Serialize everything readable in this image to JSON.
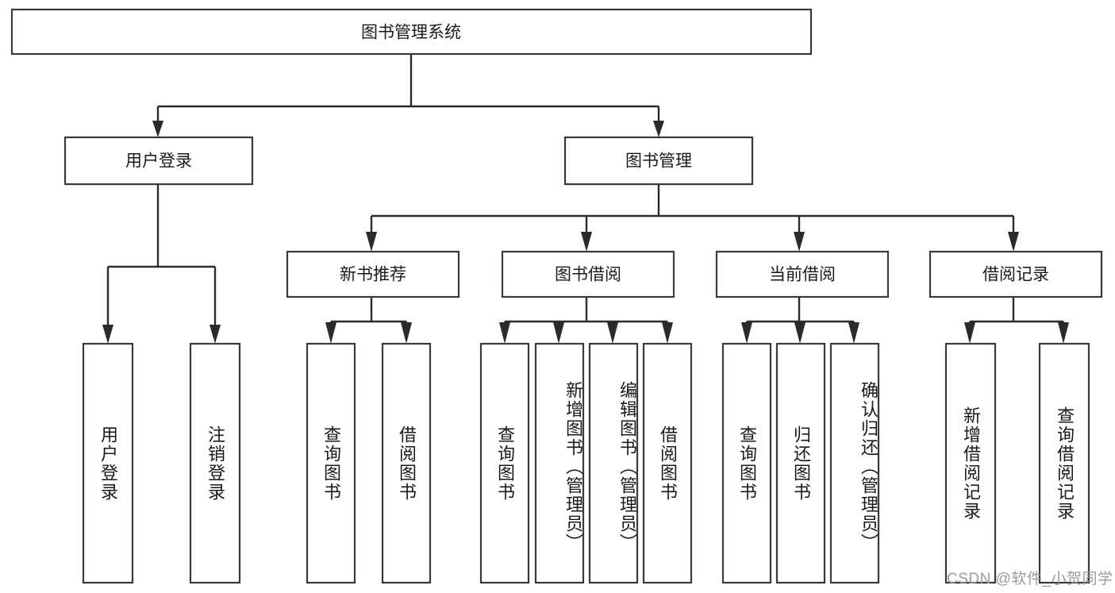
{
  "diagram": {
    "title": "图书管理系统",
    "type": "tree",
    "root": {
      "label": "图书管理系统",
      "children": [
        {
          "label": "用户登录",
          "children": [
            {
              "label": "用户登录"
            },
            {
              "label": "注销登录"
            }
          ]
        },
        {
          "label": "图书管理",
          "children": [
            {
              "label": "新书推荐",
              "children": [
                {
                  "label": "查询图书"
                },
                {
                  "label": "借阅图书"
                }
              ]
            },
            {
              "label": "图书借阅",
              "children": [
                {
                  "label": "查询图书"
                },
                {
                  "label": "新增图书（管理员）"
                },
                {
                  "label": "编辑图书（管理员）"
                },
                {
                  "label": "借阅图书"
                }
              ]
            },
            {
              "label": "当前借阅",
              "children": [
                {
                  "label": "查询图书"
                },
                {
                  "label": "归还图书"
                },
                {
                  "label": "确认归还（管理员）"
                }
              ]
            },
            {
              "label": "借阅记录",
              "children": [
                {
                  "label": "新增借阅记录"
                },
                {
                  "label": "查询借阅记录"
                }
              ]
            }
          ]
        }
      ]
    }
  },
  "nodes": {
    "root": "图书管理系统",
    "l1": {
      "user_login": "用户登录",
      "book_manage": "图书管理"
    },
    "l2": {
      "new_book_rec": "新书推荐",
      "book_borrow": "图书借阅",
      "current_borrow": "当前借阅",
      "borrow_record": "借阅记录"
    },
    "leaves": {
      "user_login_1": "用户登录",
      "user_logout": "注销登录",
      "rec_query_book": "查询图书",
      "rec_borrow_book": "借阅图书",
      "borrow_query_book": "查询图书",
      "borrow_add_book": "新增图书（管理员）",
      "borrow_edit_book": "编辑图书（管理员）",
      "borrow_borrow_book": "借阅图书",
      "cur_query_book": "查询图书",
      "cur_return_book": "归还图书",
      "cur_confirm_return": "确认归还（管理员）",
      "rec_add_record": "新增借阅记录",
      "rec_query_record": "查询借阅记录"
    }
  },
  "watermark": {
    "text": "CSDN @软件_小贺同学"
  },
  "colors": {
    "box_stroke": "#3a3a3a",
    "connector": "#2b2b2b",
    "text": "#1a1a1a",
    "background": "#ffffff",
    "watermark": "#9a9a9a"
  }
}
